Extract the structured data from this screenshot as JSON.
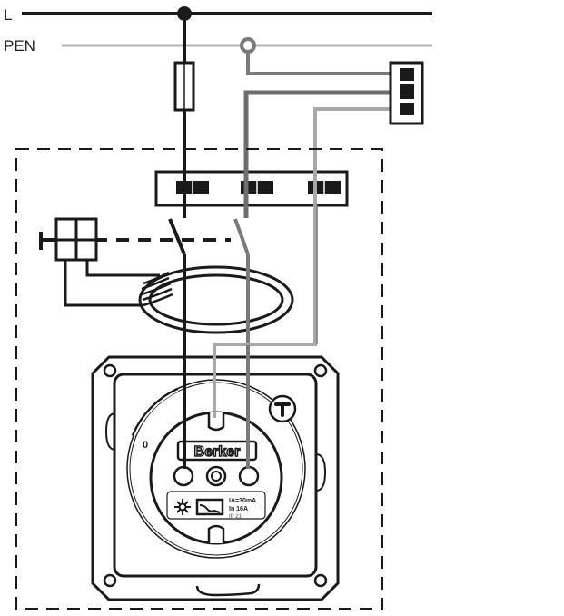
{
  "title": "RCD socket outlet wiring diagram",
  "labels": {
    "line": "L",
    "pen": "PEN"
  },
  "socket": {
    "brand": "Berker",
    "position_marker": "0",
    "rating_line1": "IΔ=30mA",
    "rating_line2": "In 16A",
    "rating_line3": "IP 21"
  },
  "colors": {
    "line_wire": "#1a1a1a",
    "pen_wire": "#b4b4b4",
    "neutral_wire": "#6e6e6e",
    "earth_wire": "#a8a8a8",
    "outline": "#1a1a1a"
  },
  "icons": {
    "test_button": "test-button-icon",
    "snowflake": "snowflake-temperature-icon",
    "rcd_symbol": "rcd-trip-curve-icon",
    "fuse": "fuse-icon"
  }
}
